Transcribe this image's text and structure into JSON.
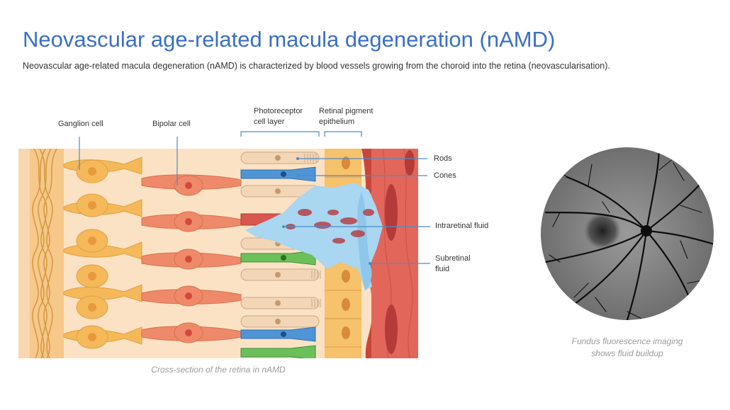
{
  "header": {
    "title": "Neovascular age-related macula degeneration (nAMD)",
    "subtitle": "Neovascular age-related macula degeneration (nAMD) is characterized by blood vessels growing from the choroid into the retina (neovascularisation)."
  },
  "labels": {
    "ganglion": "Ganglion cell",
    "bipolar": "Bipolar cell",
    "photoreceptor_1": "Photoreceptor",
    "photoreceptor_2": "cell layer",
    "rpe_1": "Retinal pigment",
    "rpe_2": "epithelium",
    "rods": "Rods",
    "cones": "Cones",
    "intraretinal": "Intraretinal fluid",
    "subretinal_1": "Subretinal",
    "subretinal_2": "fluid"
  },
  "captions": {
    "retina": "Cross-section of the retina in nAMD",
    "fundus_1": "Fundus fluorescence imaging",
    "fundus_2": "shows fluid buildup"
  },
  "colors": {
    "title": "#3a6fc4",
    "ganglion": "#f5b95a",
    "bipolar": "#ee8a6a",
    "rod": "#f3d6b6",
    "cone": "#4f95d6",
    "fluid": "#a9d6f0",
    "blood": "#b53a3a",
    "choroid": "#e2675a"
  }
}
